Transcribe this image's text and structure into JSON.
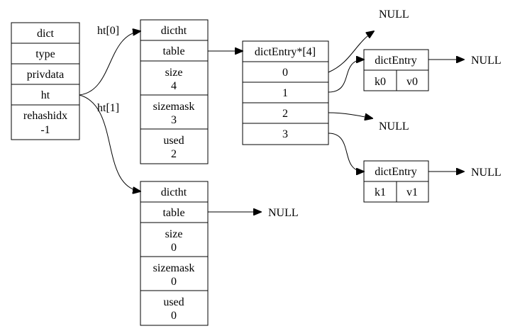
{
  "dict": {
    "fields": [
      "dict",
      "type",
      "privdata",
      "ht"
    ],
    "rehashidx_label": "rehashidx",
    "rehashidx_value": "-1"
  },
  "edge_labels": {
    "ht0": "ht[0]",
    "ht1": "ht[1]"
  },
  "dictht0": {
    "title": "dictht",
    "table": "table",
    "size_label": "size",
    "size_value": "4",
    "sizemask_label": "sizemask",
    "sizemask_value": "3",
    "used_label": "used",
    "used_value": "2"
  },
  "dictht1": {
    "title": "dictht",
    "table": "table",
    "size_label": "size",
    "size_value": "0",
    "sizemask_label": "sizemask",
    "sizemask_value": "0",
    "used_label": "used",
    "used_value": "0"
  },
  "table_array": {
    "header": "dictEntry*[4]",
    "slots": [
      "0",
      "1",
      "2",
      "3"
    ]
  },
  "entry0": {
    "title": "dictEntry",
    "key": "k0",
    "value": "v0"
  },
  "entry1": {
    "title": "dictEntry",
    "key": "k1",
    "value": "v1"
  },
  "null_label": "NULL"
}
